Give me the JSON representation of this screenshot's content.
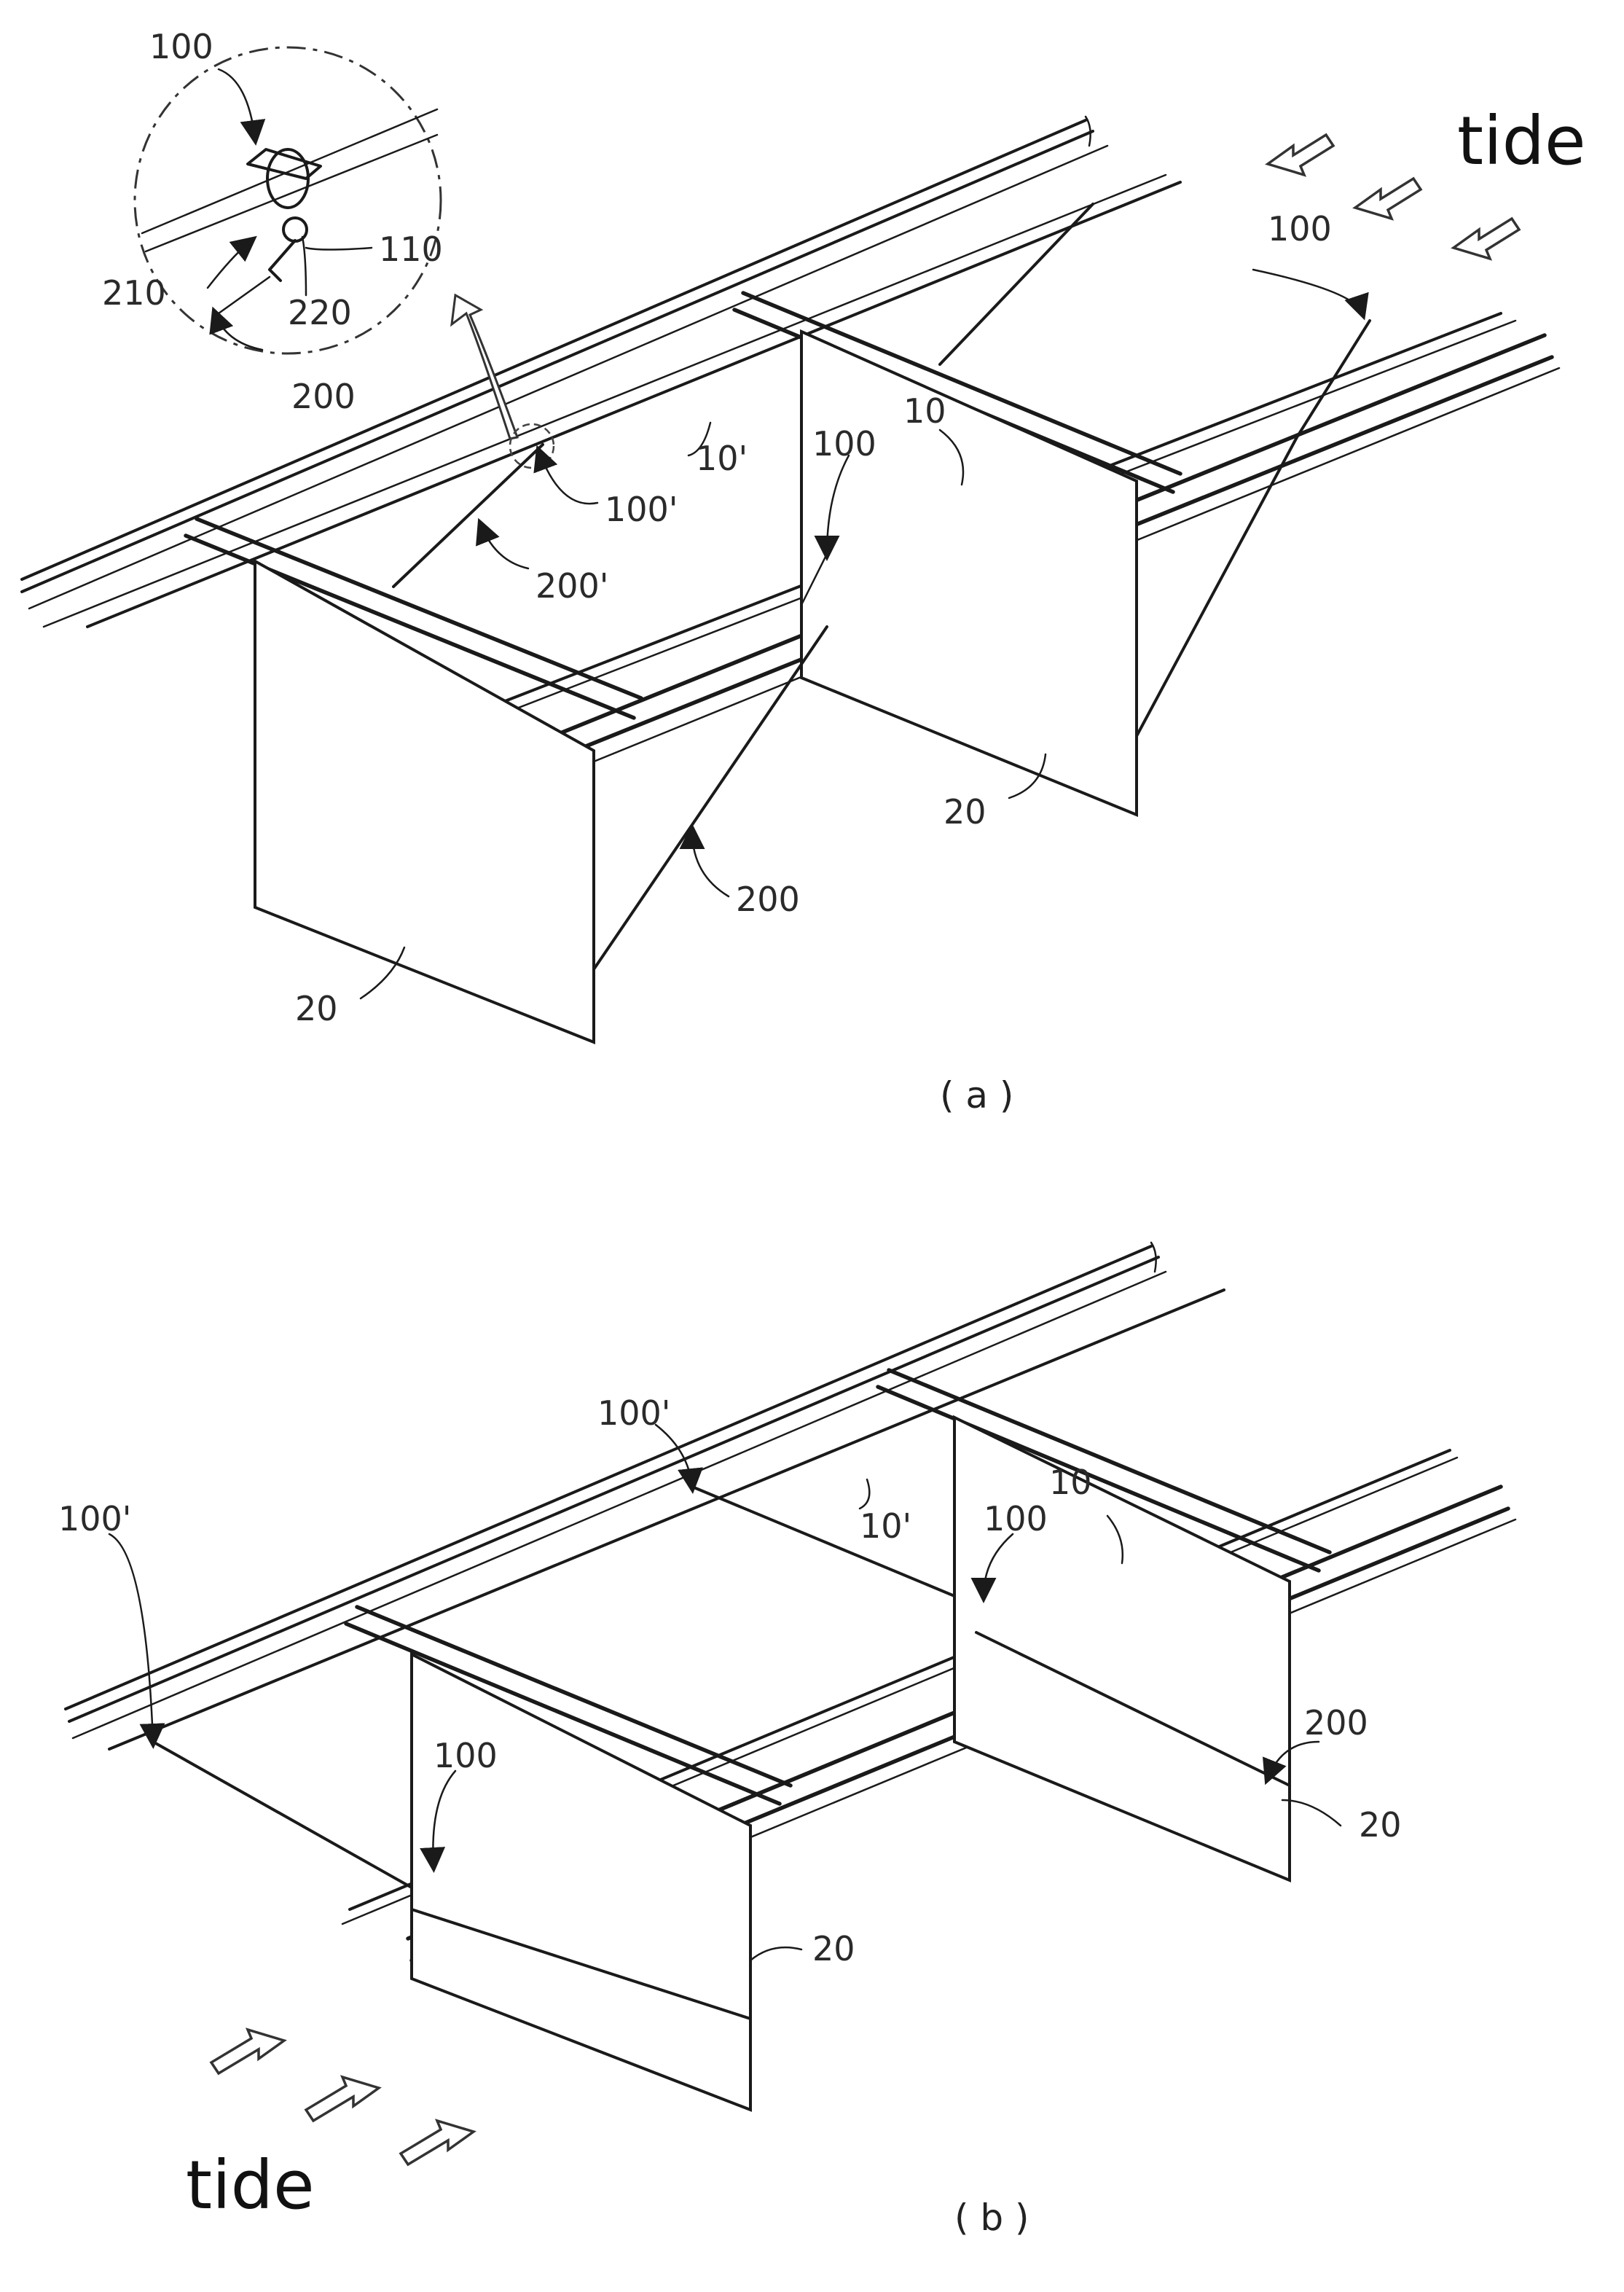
{
  "figure_a": {
    "caption": "( a )",
    "tide_label": "tide",
    "labels": {
      "detail_100": "100",
      "detail_110": "110",
      "detail_210": "210",
      "detail_220": "220",
      "detail_200": "200",
      "clamp_100": "100",
      "rope_10p": "10'",
      "clamp_100p": "100'",
      "rope_200p": "200'",
      "clamp_100_mid": "100",
      "rope_10": "10",
      "rope_200": "200",
      "panel_20_right": "20",
      "panel_20_left": "20"
    }
  },
  "figure_b": {
    "caption": "( b )",
    "tide_label": "tide",
    "labels": {
      "clamp_100p_top": "100'",
      "rope_10p": "10'",
      "clamp_100_mid": "100",
      "rope_10": "10",
      "clamp_100p_left": "100'",
      "clamp_100_left": "100",
      "rope_200": "200",
      "panel_20_right": "20",
      "panel_20_left": "20"
    }
  }
}
